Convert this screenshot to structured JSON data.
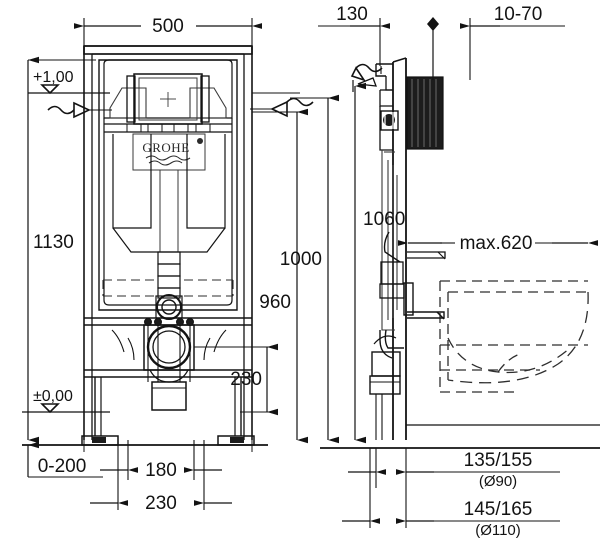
{
  "drawing": {
    "title": "GROHE concealed cistern installation frame dimension drawing",
    "units": "mm",
    "brand_logo": "GROHE"
  },
  "dimensions": {
    "width_500": "500",
    "height_1130": "1130",
    "level_top": "+1,00",
    "level_zero": "±0,00",
    "depth_130": "130",
    "adjust_10_70": "10-70",
    "height_1060": "1060",
    "height_1000": "1000",
    "height_960": "960",
    "height_230_right": "230",
    "projection_max_620": "max.620",
    "foot_0_200": "0-200",
    "spacing_180": "180",
    "spacing_230": "230",
    "outlet_135_155": "135/155",
    "outlet_d90": "(Ø90)",
    "outlet_145_165": "145/165",
    "outlet_d110": "(Ø110)"
  },
  "icons": {
    "level_marker": "level-triangle-icon",
    "water_supply": "water-supply-squiggle-icon",
    "center_mark": "center-point-icon"
  },
  "colors": {
    "line": "#131313",
    "thin_line": "#3a3a3a",
    "dash_line": "#2e2e2e",
    "fill_dark": "#1c1c1c",
    "background": "#ffffff"
  }
}
